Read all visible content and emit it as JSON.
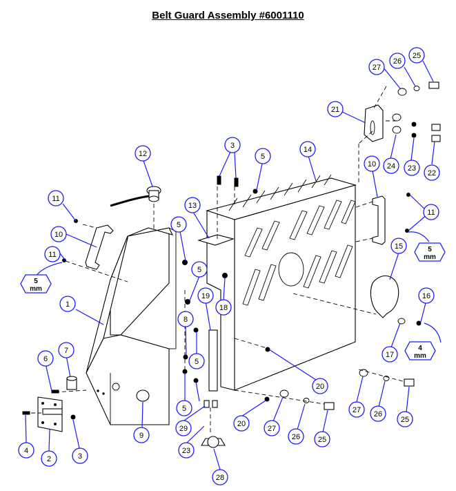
{
  "title": "Belt Guard Assembly #6001110",
  "callouts": [
    {
      "id": "c27a",
      "label": "27"
    },
    {
      "id": "c26a",
      "label": "26"
    },
    {
      "id": "c25a",
      "label": "25"
    },
    {
      "id": "c21",
      "label": "21"
    },
    {
      "id": "c24",
      "label": "24"
    },
    {
      "id": "c23a",
      "label": "23"
    },
    {
      "id": "c22",
      "label": "22"
    },
    {
      "id": "c3a",
      "label": "3"
    },
    {
      "id": "c5a",
      "label": "5"
    },
    {
      "id": "c14",
      "label": "14"
    },
    {
      "id": "c12",
      "label": "12"
    },
    {
      "id": "c10a",
      "label": "10"
    },
    {
      "id": "c11a",
      "label": "11"
    },
    {
      "id": "c11b",
      "label": "11"
    },
    {
      "id": "c13",
      "label": "13"
    },
    {
      "id": "c11c",
      "label": "11"
    },
    {
      "id": "c10b",
      "label": "10"
    },
    {
      "id": "c5b",
      "label": "5"
    },
    {
      "id": "c15",
      "label": "15"
    },
    {
      "id": "c5c",
      "label": "5"
    },
    {
      "id": "c1",
      "label": "1"
    },
    {
      "id": "c19",
      "label": "19"
    },
    {
      "id": "c18",
      "label": "18"
    },
    {
      "id": "c16",
      "label": "16"
    },
    {
      "id": "c8",
      "label": "8"
    },
    {
      "id": "c6",
      "label": "6"
    },
    {
      "id": "c7",
      "label": "7"
    },
    {
      "id": "c5d",
      "label": "5"
    },
    {
      "id": "c17",
      "label": "17"
    },
    {
      "id": "c20a",
      "label": "20"
    },
    {
      "id": "c5e",
      "label": "5"
    },
    {
      "id": "c27b",
      "label": "27"
    },
    {
      "id": "c26b",
      "label": "26"
    },
    {
      "id": "c25b",
      "label": "25"
    },
    {
      "id": "c9",
      "label": "9"
    },
    {
      "id": "c29",
      "label": "29"
    },
    {
      "id": "c20b",
      "label": "20"
    },
    {
      "id": "c27c",
      "label": "27"
    },
    {
      "id": "c26c",
      "label": "26"
    },
    {
      "id": "c25c",
      "label": "25"
    },
    {
      "id": "c4",
      "label": "4"
    },
    {
      "id": "c2",
      "label": "2"
    },
    {
      "id": "c3b",
      "label": "3"
    },
    {
      "id": "c23b",
      "label": "23"
    },
    {
      "id": "c28",
      "label": "28"
    }
  ],
  "wrench_tags": [
    {
      "id": "h1",
      "size": "5",
      "unit": "mm"
    },
    {
      "id": "h2",
      "size": "5",
      "unit": "mm"
    },
    {
      "id": "h3",
      "size": "4",
      "unit": "mm"
    }
  ]
}
